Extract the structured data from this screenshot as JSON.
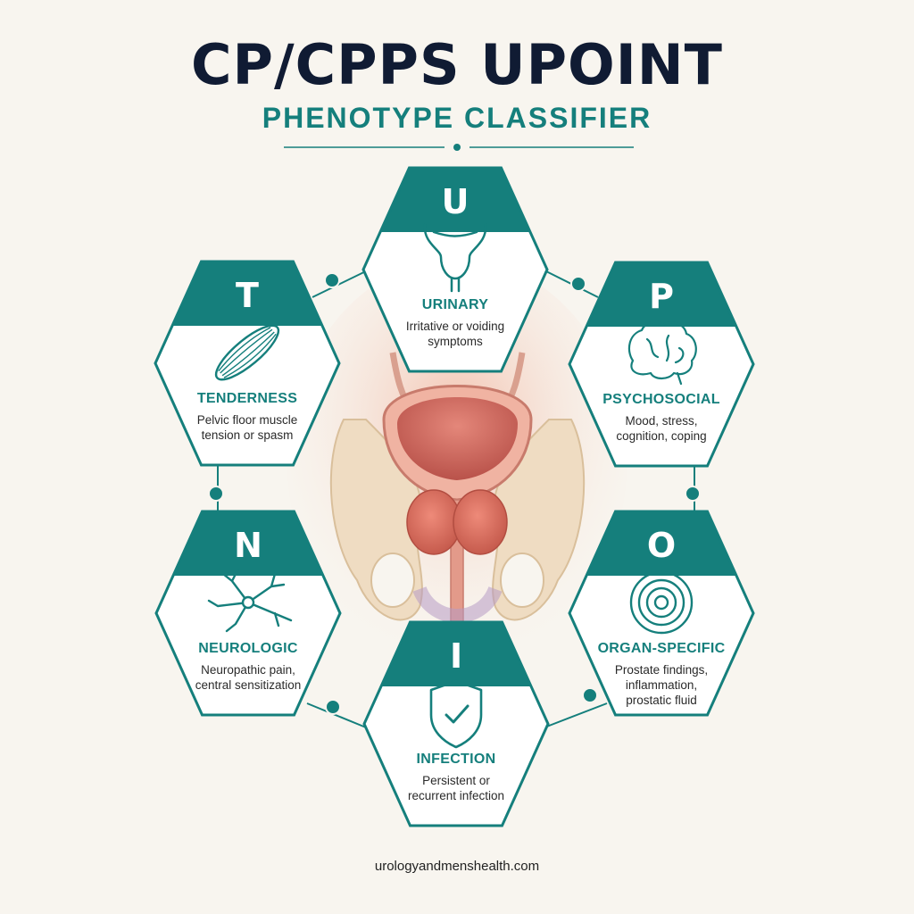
{
  "header": {
    "title": "CP/CPPS UPOINT",
    "subtitle": "PHENOTYPE CLASSIFIER"
  },
  "colors": {
    "teal": "#157f7c",
    "navy": "#101b33",
    "background": "#f8f5ef"
  },
  "domains": [
    {
      "letter": "U",
      "title": "URINARY",
      "desc": [
        "Irritative or voiding",
        "symptoms"
      ],
      "icon": "bladder-icon"
    },
    {
      "letter": "P",
      "title": "PSYCHOSOCIAL",
      "desc": [
        "Mood, stress,",
        "cognition, coping"
      ],
      "icon": "brain-icon"
    },
    {
      "letter": "O",
      "title": "ORGAN-SPECIFIC",
      "desc": [
        "Prostate findings,",
        "inflammation,",
        "prostatic fluid"
      ],
      "icon": "target-icon"
    },
    {
      "letter": "I",
      "title": "INFECTION",
      "desc": [
        "Persistent or",
        "recurrent infection"
      ],
      "icon": "shield-check-icon"
    },
    {
      "letter": "N",
      "title": "NEUROLOGIC",
      "desc": [
        "Neuropathic pain,",
        "central sensitization"
      ],
      "icon": "neuron-icon"
    },
    {
      "letter": "T",
      "title": "TENDERNESS",
      "desc": [
        "Pelvic floor muscle",
        "tension or spasm"
      ],
      "icon": "muscle-icon"
    }
  ],
  "footer": {
    "url": "urologyandmenshealth.com"
  }
}
